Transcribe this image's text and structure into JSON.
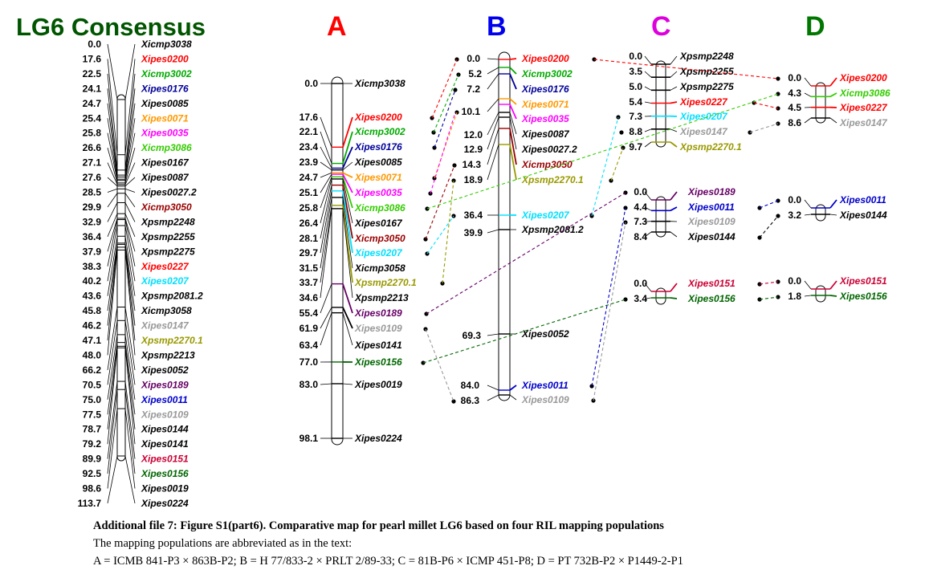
{
  "title": "LG6 Consensus",
  "colors": {
    "red": "#ff0000",
    "green": "#00aa00",
    "navy": "#000099",
    "black": "#000000",
    "orange": "#ff9900",
    "magenta": "#ff00ff",
    "lime": "#33cc00",
    "darkred": "#990000",
    "cyan": "#00e0ff",
    "olive": "#999900",
    "gray": "#999999",
    "purple": "#660066",
    "blue": "#0000cc",
    "crimson": "#cc0033",
    "dkgreen": "#006600",
    "title_green": "#005500",
    "labelA": "#ff0000",
    "labelB": "#0000ee",
    "labelC": "#dd00dd",
    "labelD": "#007700"
  },
  "consensus": {
    "positions": [
      "0.0",
      "17.6",
      "22.5",
      "24.1",
      "24.7",
      "25.4",
      "25.8",
      "26.6",
      "27.1",
      "27.6",
      "28.5",
      "29.9",
      "32.9",
      "36.4",
      "37.9",
      "38.3",
      "40.2",
      "43.6",
      "45.8",
      "46.2",
      "47.1",
      "48.0",
      "66.2",
      "70.5",
      "75.0",
      "77.5",
      "78.7",
      "79.2",
      "89.9",
      "92.5",
      "98.6",
      "113.7"
    ],
    "markers": [
      {
        "name": "Xicmp3038",
        "color": "black"
      },
      {
        "name": "Xipes0200",
        "color": "red"
      },
      {
        "name": "Xicmp3002",
        "color": "green"
      },
      {
        "name": "Xipes0176",
        "color": "navy"
      },
      {
        "name": "Xipes0085",
        "color": "black"
      },
      {
        "name": "Xipes0071",
        "color": "orange"
      },
      {
        "name": "Xipes0035",
        "color": "magenta"
      },
      {
        "name": "Xicmp3086",
        "color": "lime"
      },
      {
        "name": "Xipes0167",
        "color": "black"
      },
      {
        "name": "Xipes0087",
        "color": "black"
      },
      {
        "name": "Xipes0027.2",
        "color": "black"
      },
      {
        "name": "Xicmp3050",
        "color": "darkred"
      },
      {
        "name": "Xpsmp2248",
        "color": "black"
      },
      {
        "name": "Xpsmp2255",
        "color": "black"
      },
      {
        "name": "Xpsmp2275",
        "color": "black"
      },
      {
        "name": "Xipes0227",
        "color": "red"
      },
      {
        "name": "Xipes0207",
        "color": "cyan"
      },
      {
        "name": "Xpsmp2081.2",
        "color": "black"
      },
      {
        "name": "Xicmp3058",
        "color": "black"
      },
      {
        "name": "Xipes0147",
        "color": "gray"
      },
      {
        "name": "Xpsmp2270.1",
        "color": "olive"
      },
      {
        "name": "Xpsmp2213",
        "color": "black"
      },
      {
        "name": "Xipes0052",
        "color": "black"
      },
      {
        "name": "Xipes0189",
        "color": "purple"
      },
      {
        "name": "Xipes0011",
        "color": "blue"
      },
      {
        "name": "Xipes0109",
        "color": "gray"
      },
      {
        "name": "Xipes0144",
        "color": "black"
      },
      {
        "name": "Xipes0141",
        "color": "black"
      },
      {
        "name": "Xipes0151",
        "color": "crimson"
      },
      {
        "name": "Xipes0156",
        "color": "dkgreen"
      },
      {
        "name": "Xipes0019",
        "color": "black"
      },
      {
        "name": "Xipes0224",
        "color": "black"
      }
    ]
  },
  "populations": {
    "A": {
      "label": "A",
      "positions": [
        "0.0",
        "17.6",
        "22.1",
        "23.4",
        "23.9",
        "24.7",
        "25.1",
        "25.8",
        "26.4",
        "28.1",
        "29.7",
        "31.5",
        "33.7",
        "34.6",
        "55.4",
        "61.9",
        "63.4",
        "77.0",
        "83.0",
        "98.1"
      ],
      "markers": [
        {
          "name": "Xicmp3038",
          "color": "black"
        },
        {
          "name": "Xipes0200",
          "color": "red"
        },
        {
          "name": "Xicmp3002",
          "color": "green"
        },
        {
          "name": "Xipes0176",
          "color": "navy"
        },
        {
          "name": "Xipes0085",
          "color": "black"
        },
        {
          "name": "Xipes0071",
          "color": "orange"
        },
        {
          "name": "Xipes0035",
          "color": "magenta"
        },
        {
          "name": "Xicmp3086",
          "color": "lime"
        },
        {
          "name": "Xipes0167",
          "color": "black"
        },
        {
          "name": "Xicmp3050",
          "color": "darkred"
        },
        {
          "name": "Xipes0207",
          "color": "cyan"
        },
        {
          "name": "Xicmp3058",
          "color": "black"
        },
        {
          "name": "Xpsmp2270.1",
          "color": "olive"
        },
        {
          "name": "Xpsmp2213",
          "color": "black"
        },
        {
          "name": "Xipes0189",
          "color": "purple"
        },
        {
          "name": "Xipes0109",
          "color": "gray"
        },
        {
          "name": "Xipes0141",
          "color": "black"
        },
        {
          "name": "Xipes0156",
          "color": "dkgreen"
        },
        {
          "name": "Xipes0019",
          "color": "black"
        },
        {
          "name": "Xipes0224",
          "color": "black"
        }
      ]
    },
    "B": {
      "label": "B",
      "positions": [
        "0.0",
        "5.2",
        "7.2",
        "10.1",
        "12.0",
        "12.9",
        "14.3",
        "18.9",
        "36.4",
        "39.9",
        "69.3",
        "84.0",
        "86.3"
      ],
      "markers": [
        {
          "name": "Xipes0200",
          "color": "red"
        },
        {
          "name": "Xicmp3002",
          "color": "green"
        },
        {
          "name": "Xipes0176",
          "color": "navy"
        },
        {
          "name": "Xipes0071",
          "color": "orange"
        },
        {
          "name": "Xipes0035",
          "color": "magenta"
        },
        {
          "name": "Xipes0087",
          "color": "black"
        },
        {
          "name": "Xipes0027.2",
          "color": "black"
        },
        {
          "name": "Xicmp3050",
          "color": "darkred"
        },
        {
          "name": "Xpsmp2270.1",
          "color": "olive"
        },
        {
          "name": "Xipes0207",
          "color": "cyan"
        },
        {
          "name": "Xpsmp2081.2",
          "color": "black"
        },
        {
          "name": "Xipes0052",
          "color": "black"
        },
        {
          "name": "Xipes0011",
          "color": "blue"
        },
        {
          "name": "Xipes0109",
          "color": "gray"
        }
      ]
    },
    "C": {
      "label": "C",
      "groups": [
        {
          "positions": [
            "0.0",
            "3.5",
            "5.0",
            "5.4",
            "7.3",
            "8.8",
            "9.7"
          ],
          "markers": [
            {
              "name": "Xpsmp2248",
              "color": "black"
            },
            {
              "name": "Xpsmp2255",
              "color": "black"
            },
            {
              "name": "Xpsmp2275",
              "color": "black"
            },
            {
              "name": "Xipes0227",
              "color": "red"
            },
            {
              "name": "Xipes0207",
              "color": "cyan"
            },
            {
              "name": "Xipes0147",
              "color": "gray"
            },
            {
              "name": "Xpsmp2270.1",
              "color": "olive"
            }
          ]
        },
        {
          "positions": [
            "0.0",
            "4.4",
            "7.3",
            "8.4"
          ],
          "markers": [
            {
              "name": "Xipes0189",
              "color": "purple"
            },
            {
              "name": "Xipes0011",
              "color": "blue"
            },
            {
              "name": "Xipes0109",
              "color": "gray"
            },
            {
              "name": "Xipes0144",
              "color": "black"
            }
          ]
        },
        {
          "positions": [
            "0.0",
            "3.4"
          ],
          "markers": [
            {
              "name": "Xipes0151",
              "color": "crimson"
            },
            {
              "name": "Xipes0156",
              "color": "dkgreen"
            }
          ]
        }
      ]
    },
    "D": {
      "label": "D",
      "groups": [
        {
          "positions": [
            "0.0",
            "4.3",
            "4.5",
            "8.6"
          ],
          "markers": [
            {
              "name": "Xipes0200",
              "color": "red"
            },
            {
              "name": "Xicmp3086",
              "color": "lime"
            },
            {
              "name": "Xipes0227",
              "color": "red"
            },
            {
              "name": "Xipes0147",
              "color": "gray"
            }
          ]
        },
        {
          "positions": [
            "0.0",
            "3.2"
          ],
          "markers": [
            {
              "name": "Xipes0011",
              "color": "blue"
            },
            {
              "name": "Xipes0144",
              "color": "black"
            }
          ]
        },
        {
          "positions": [
            "0.0",
            "1.8"
          ],
          "markers": [
            {
              "name": "Xipes0151",
              "color": "crimson"
            },
            {
              "name": "Xipes0156",
              "color": "dkgreen"
            }
          ]
        }
      ]
    }
  },
  "caption": {
    "line1": "Additional file 7: Figure S1(part6). Comparative map for pearl millet LG6 based on four RIL mapping populations",
    "line2": "The mapping populations are abbreviated as in the text:",
    "line3": "A = ICMB 841-P3 × 863B-P2; B = H 77/833-2 × PRLT 2/89-33; C = 81B-P6 × ICMP 451-P8; D = PT 732B-P2 × P1449-2-P1"
  }
}
